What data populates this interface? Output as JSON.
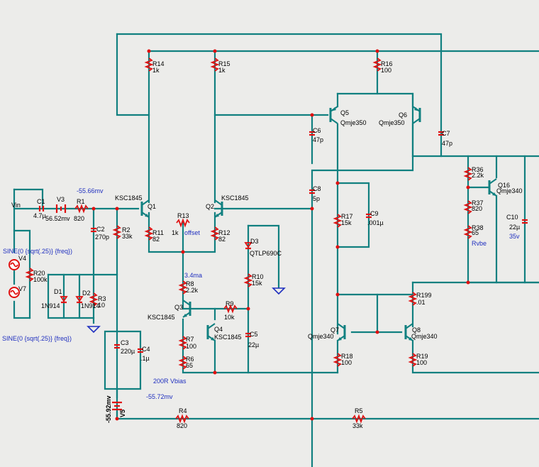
{
  "labels": {
    "R14": "R14",
    "R14v": "1k",
    "R15": "R15",
    "R15v": "1k",
    "R16": "R16",
    "R16v": "100",
    "Q5": "Q5",
    "Q5t": "Qmje350",
    "Q6": "Q6",
    "Q6t": "Qmje350",
    "C6": "C6",
    "C6v": "47p",
    "C7": "C7",
    "C7v": "47p",
    "R36": "R36",
    "R36v": "2.2k",
    "Q16": "Q16",
    "Q16t": "Qmje340",
    "R37": "R37",
    "R37v": "820",
    "R38": "R38",
    "R38v": "65",
    "C10": "C10",
    "C10v": "22µ",
    "Rvbe": "Rvbe",
    "35v": "35v",
    "Vin": "Vin",
    "C1": "C1",
    "C1v": "4.7µ",
    "V3": "V3",
    "V3v": "56.52mv",
    "R1": "R1",
    "R1v": "820",
    "m5566": "-55.66mv",
    "KSC1845a": "KSC1845",
    "Q1": "Q1",
    "KSC1845b": "KSC1845",
    "Q2": "Q2",
    "C8": "C8",
    "C8v": "5p",
    "C2": "C2",
    "C2v": "270p",
    "R2": "R2",
    "R2v": "33k",
    "R13": "R13",
    "R13v": "1k",
    "offset": "offset",
    "R11": "R11",
    "R11v": "82",
    "R12": "R12",
    "R12v": "82",
    "R17": "R17",
    "R17v": "15k",
    "C9": "C9",
    "C9v": ".001µ",
    "src1": "SINE(0 {sqrt(.25)} {freq})",
    "V4": "V4",
    "D3": "D3",
    "D3t": "QTLP690C",
    "R20": "R20",
    "R20v": "100k",
    "I34": "3.4ma",
    "R8": "R8",
    "R8v": "2.2k",
    "R10": "R10",
    "R10v": "15k",
    "V7": "V7",
    "D1": "D1",
    "D1t": "1N914",
    "D2": "D2",
    "D2t": "1N914",
    "R3": "R3",
    "R3v": "10",
    "Q3": "Q3",
    "KSC1845c": "KSC1845",
    "R9": "R9",
    "R9v": "10k",
    "R199": "R199",
    "R199v": ".01",
    "Q7": "Q7",
    "Q7t": "Qmje340",
    "Q8": "Q8",
    "Q8t": "Qmje340",
    "Q4": "Q4",
    "KSC1845d": "KSC1845",
    "src2": "SINE(0 {sqrt(.25)} {freq})",
    "C3": "C3",
    "C3v": "220µ",
    "C4": "C4",
    "C4v": ".1µ",
    "R7": "R7",
    "R7v": "100",
    "C5": "C5",
    "C5v": "22µ",
    "R18": "R18",
    "R18v": "100",
    "R19": "R19",
    "R19v": "100",
    "R6": "R6",
    "R6v": "65",
    "Vbias": "200R Vbias",
    "m5592": "-55.92mv",
    "V5": "V5",
    "m5572": "-55.72mv",
    "R4": "R4",
    "R4v": "820",
    "R5": "R5",
    "R5v": "33k"
  },
  "colors": {
    "wire": "#118080",
    "component": "#e01010",
    "annotation": "#1f2fbf",
    "background": "#ececea"
  }
}
